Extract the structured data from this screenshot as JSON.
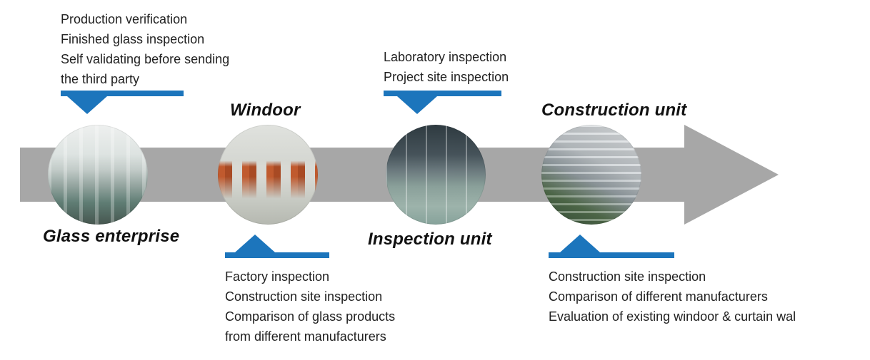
{
  "diagram": {
    "stages": [
      {
        "title": "Glass enterprise",
        "title_position": "below-circle",
        "callout": {
          "position": "top",
          "lines": [
            "Production verification",
            "Finished glass inspection",
            "Self validating before sending",
            "the third party"
          ]
        }
      },
      {
        "title": "Windoor",
        "title_position": "above-circle",
        "callout": {
          "position": "bottom",
          "lines": [
            "Factory inspection",
            "Construction site inspection",
            "Comparison of glass products",
            "from different manufacturers"
          ]
        }
      },
      {
        "title": "Inspection unit",
        "title_position": "below-circle",
        "callout": {
          "position": "top",
          "lines": [
            "Laboratory inspection",
            "Project site inspection"
          ]
        }
      },
      {
        "title": "Construction unit",
        "title_position": "above-circle",
        "callout": {
          "position": "bottom",
          "lines": [
            "Construction site inspection",
            "Comparison of different manufacturers",
            "Evaluation of existing windoor & curtain wal"
          ]
        }
      }
    ],
    "colors": {
      "accent_blue": "#1c75bc",
      "arrow_gray": "#a7a7a7"
    }
  }
}
